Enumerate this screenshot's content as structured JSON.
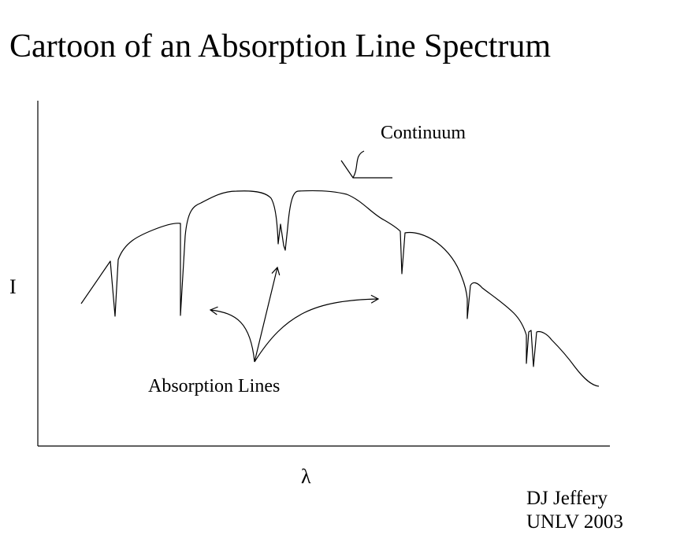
{
  "title": "Cartoon of an Absorption Line Spectrum",
  "axes": {
    "y_label": "I",
    "x_label": "λ"
  },
  "labels": {
    "continuum": "Continuum",
    "absorption_lines": "Absorption Lines"
  },
  "credit": {
    "author": "DJ Jeffery",
    "affiliation": "UNLV 2003"
  }
}
